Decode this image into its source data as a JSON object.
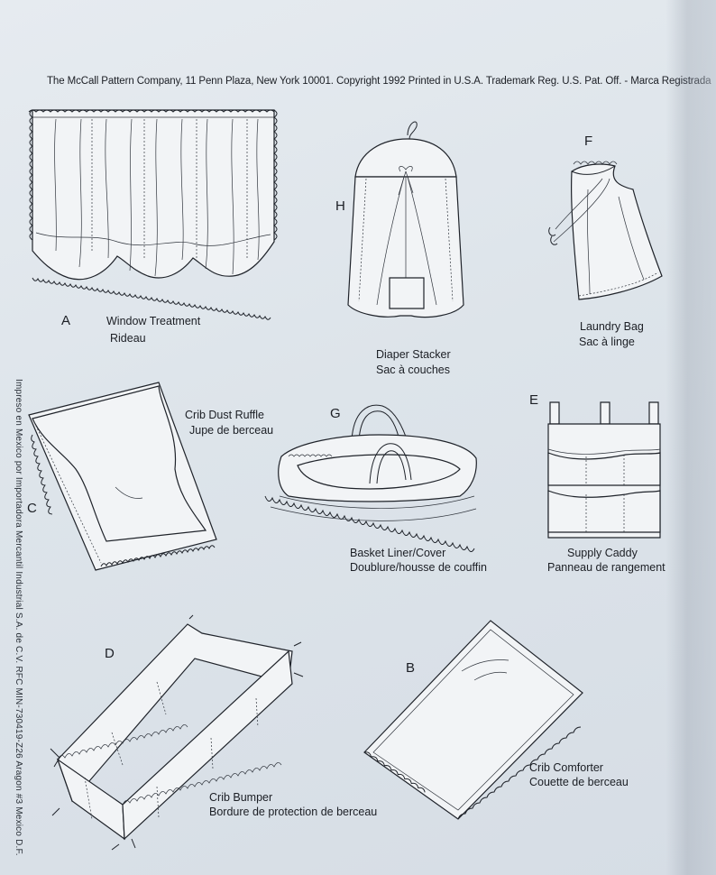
{
  "header": {
    "text": "The McCall Pattern Company, 11 Penn Plaza, New York 10001. Copyright 1992 Printed in U.S.A. Trademark Reg. U.S. Pat. Off. - Marca Registrada"
  },
  "items": {
    "A": {
      "letter": "A",
      "name_en": "Window Treatment",
      "name_fr": "Rideau"
    },
    "H": {
      "letter": "H",
      "name_en": "Diaper Stacker",
      "name_fr": "Sac à couches"
    },
    "F": {
      "letter": "F",
      "name_en": "Laundry Bag",
      "name_fr": "Sac à linge"
    },
    "C": {
      "letter": "C",
      "name_en": "Crib Dust Ruffle",
      "name_fr": "Jupe de berceau"
    },
    "G": {
      "letter": "G",
      "name_en": "Basket Liner/Cover",
      "name_fr": "Doublure/housse de couffin"
    },
    "E": {
      "letter": "E",
      "name_en": "Supply Caddy",
      "name_fr": "Panneau de rangement"
    },
    "D": {
      "letter": "D",
      "name_en": "Crib Bumper",
      "name_fr": "Bordure de protection de berceau"
    },
    "B": {
      "letter": "B",
      "name_en": "Crib Comforter",
      "name_fr": "Couette de berceau"
    }
  },
  "side_print": {
    "text": "Impreso en Mexico por Importadora Mercantil Industrial S.A. de C.V. RFC MIN-730419-Z26 Aragon #3 Mexico D.F."
  }
}
